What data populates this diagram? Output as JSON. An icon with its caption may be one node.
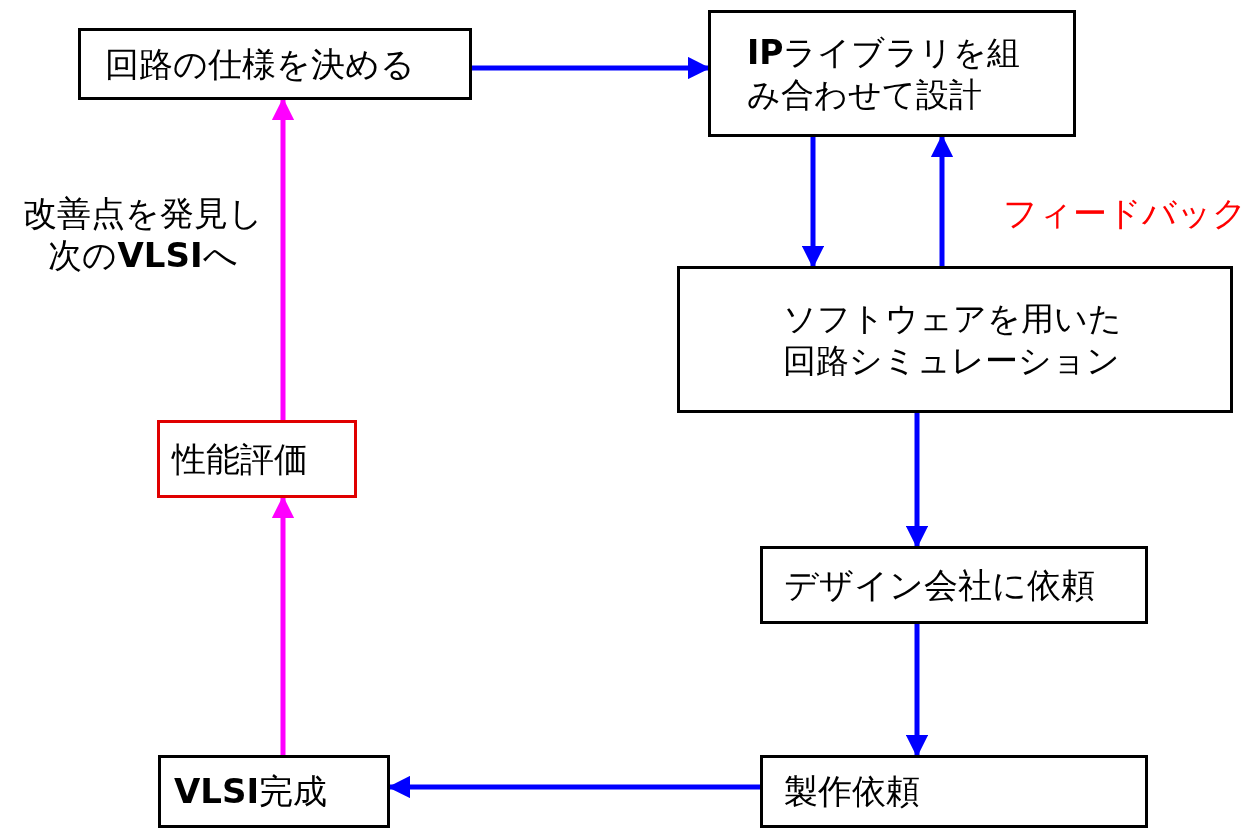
{
  "diagram": {
    "nodes": [
      {
        "text": [
          "回路の仕様を決める"
        ]
      },
      {
        "text": [
          "**IP**ライブラリを組み合わせて設計"
        ]
      },
      {
        "text": [
          "ソフトウェアを用いた回路シミュレーション"
        ]
      },
      {
        "text": [
          "デザイン会社に依頼"
        ]
      },
      {
        "text": [
          "製作依頼"
        ]
      },
      {
        "text": [
          "**VLSI**完成"
        ]
      },
      {
        "text": [
          "性能評価"
        ]
      }
    ],
    "edges": [
      {
        "from": 0,
        "to": 1,
        "arrow": "to"
      },
      {
        "from": 1,
        "to": 2,
        "arrow": "to"
      },
      {
        "from": 2,
        "to": 1,
        "arrow": "to",
        "label": "フィードバック"
      },
      {
        "from": 2,
        "to": 3,
        "arrow": "to"
      },
      {
        "from": 3,
        "to": 4,
        "arrow": "to"
      },
      {
        "from": 4,
        "to": 5,
        "arrow": "to"
      },
      {
        "from": 5,
        "to": 6,
        "arrow": "to",
        "color": "#ff00ff"
      },
      {
        "from": 6,
        "to": 0,
        "arrow": "to",
        "color": "#ff00ff",
        "label": "改善点を発見し次の**VLSI**へ"
      }
    ]
  }
}
